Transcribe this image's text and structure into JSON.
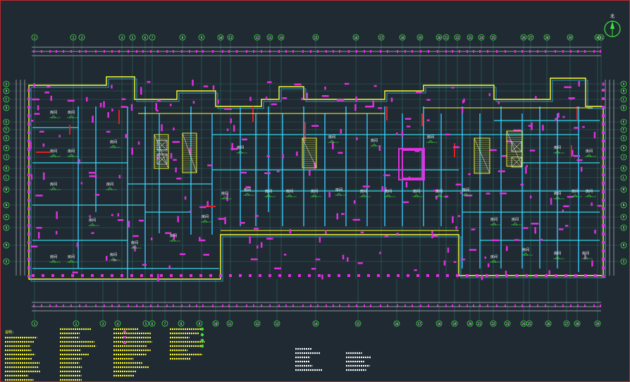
{
  "drawing": {
    "description_free": true,
    "colors": {
      "background": "#1f2a33",
      "frame": "#c0282d",
      "dim_line": "#ffffff",
      "axis_green": "#39e639",
      "wall_blue": "#33b5e5",
      "wall_cyan": "#36d7e8",
      "column_magenta": "#e030e0",
      "outline_yellow": "#ffff33",
      "accent_red": "#e02020",
      "grid_teal": "#2e7d6b"
    },
    "top_axes": [
      "1",
      "2",
      "3",
      "4",
      "5",
      "6",
      "7",
      "8",
      "9",
      "10",
      "11",
      "12",
      "13",
      "14",
      "15",
      "16",
      "17",
      "18",
      "19",
      "20",
      "21",
      "22",
      "23",
      "24",
      "25",
      "26",
      "27",
      "28",
      "29",
      "30",
      "31"
    ],
    "bottom_axes": [
      "1",
      "2",
      "3",
      "4",
      "5",
      "6",
      "7",
      "8",
      "9",
      "10",
      "11",
      "12",
      "13",
      "14",
      "15",
      "16",
      "17",
      "18",
      "19",
      "20",
      "21",
      "22",
      "23",
      "24",
      "25",
      "26",
      "27",
      "28",
      "29"
    ],
    "left_axes": [
      "A",
      "B",
      "C",
      "D",
      "E",
      "F",
      "G",
      "H",
      "J",
      "K",
      "L",
      "M",
      "N",
      "P",
      "Q",
      "R",
      "S"
    ],
    "right_axes": [
      "A",
      "B",
      "C",
      "D",
      "E",
      "F",
      "G",
      "H",
      "J",
      "K",
      "L",
      "M",
      "N",
      "P",
      "Q",
      "R",
      "S"
    ],
    "north_label": "北",
    "notes_title": "说明:",
    "room_label": "房间"
  }
}
